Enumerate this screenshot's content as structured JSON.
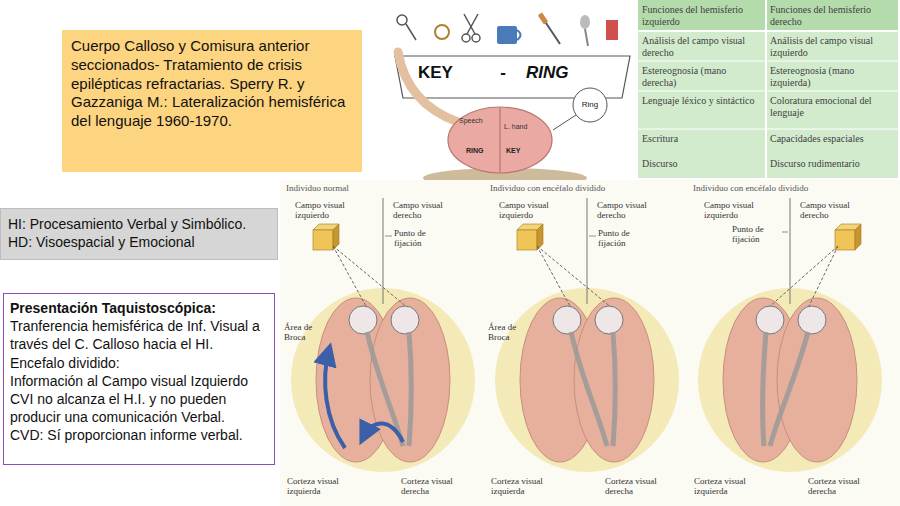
{
  "diagram": {
    "nodes": [
      {
        "text": [
          "Cuerpo Calloso y Comisura anterior seccionados- Tratamiento de crisis epilépticas refractarias. Sperry R. y Gazzaniga M.: Lateralización hemisférica del lenguaje 1960-1970."
        ]
      },
      {
        "text": [
          "HI: Procesamiento Verbal y Simbólico.",
          "HD: Visoespacial y Emocional"
        ]
      },
      {
        "text": [
          "Presentación Taquistoscópica:",
          "Tranferencia hemisférica de Inf. Visual a través del C. Calloso hacia el HI.",
          "Encefalo dividido:",
          "Información al Campo visual Izquierdo CVI no alcanza el H.I. y no pueden producir una comunicación Verbal.",
          "CVD: Sí proporcionan informe verbal."
        ]
      }
    ],
    "labels": [
      "KEY",
      "-",
      "RING",
      "Ring",
      "Speech",
      "L. hand",
      "RING",
      "KEY",
      "Funciones del hemisferio izquierdo",
      "Funciones del hemisferio derecho",
      "Análisis del campo visual derecho",
      "Análisis del campo visual izquierdo",
      "Estereognosia (mano derecha)",
      "Estereognosia (mano izquierda)",
      "Lenguaje léxico y sintáctico",
      "Coloratura emocional del lenguaje",
      "Escritura",
      "Capacidades espaciales",
      "Discurso",
      "Discurso rudimentario",
      "Individuo normal",
      "Campo visual izquierdo",
      "Campo visual derecho",
      "Punto de fijación",
      "Área de Broca",
      "Corteza visual izquierda",
      "Corteza visual derecha",
      "Individuo con encéfalo dividido",
      "Campo visual izquierdo",
      "Campo visual derecho",
      "Punto de fijación",
      "Área de Broca",
      "Corteza visual izquierda",
      "Corteza visual derecha",
      "Individuo con encéfalo dividido",
      "Campo visual izquierdo",
      "Campo visual derecho",
      "Punto de fijación",
      "Corteza visual izquierda",
      "Corteza visual derecha"
    ]
  }
}
